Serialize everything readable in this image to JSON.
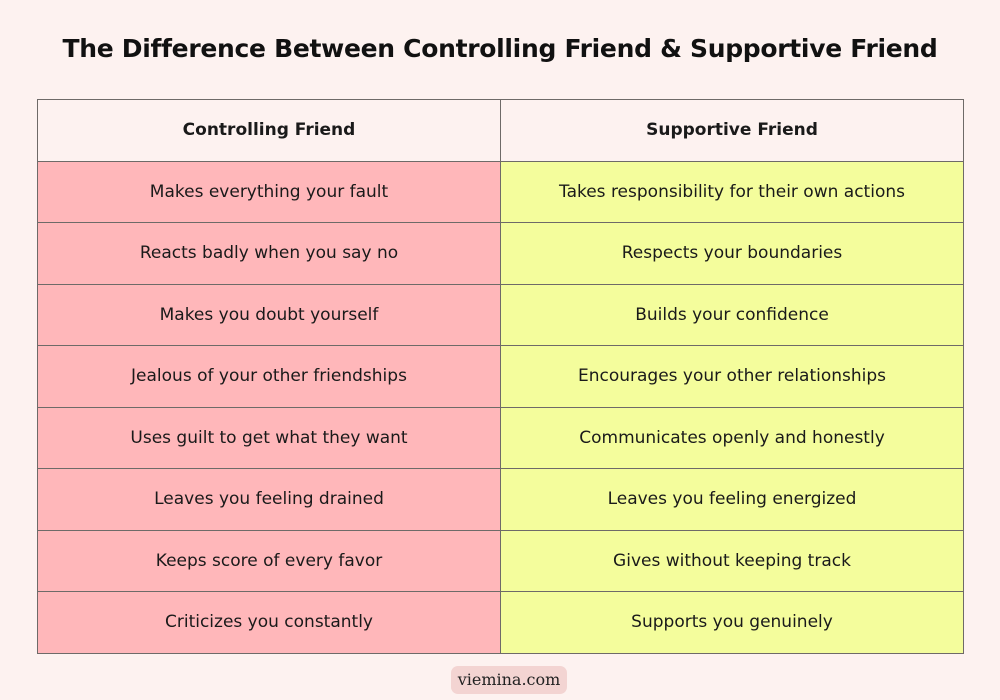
{
  "title": "The Difference Between Controlling Friend & Supportive Friend",
  "headers": [
    "Controlling Friend",
    "Supportive Friend"
  ],
  "rows": [
    [
      "Makes everything your fault",
      "Takes responsibility for their own actions"
    ],
    [
      "Reacts badly when you say no",
      "Respects your boundaries"
    ],
    [
      "Makes you doubt yourself",
      "Builds your confidence"
    ],
    [
      "Jealous of your other friendships",
      "Encourages your other relationships"
    ],
    [
      "Uses guilt to get what they want",
      "Communicates openly and honestly"
    ],
    [
      "Leaves you feeling drained",
      "Leaves you feeling energized"
    ],
    [
      "Keeps score of every favor",
      "Gives without keeping track"
    ],
    [
      "Criticizes you constantly",
      "Supports you genuinely"
    ]
  ],
  "footer": "viemina.com",
  "colors": {
    "controlling": "#ffb7ba",
    "supportive": "#f4fd9c",
    "background": "#fdf2f0"
  }
}
